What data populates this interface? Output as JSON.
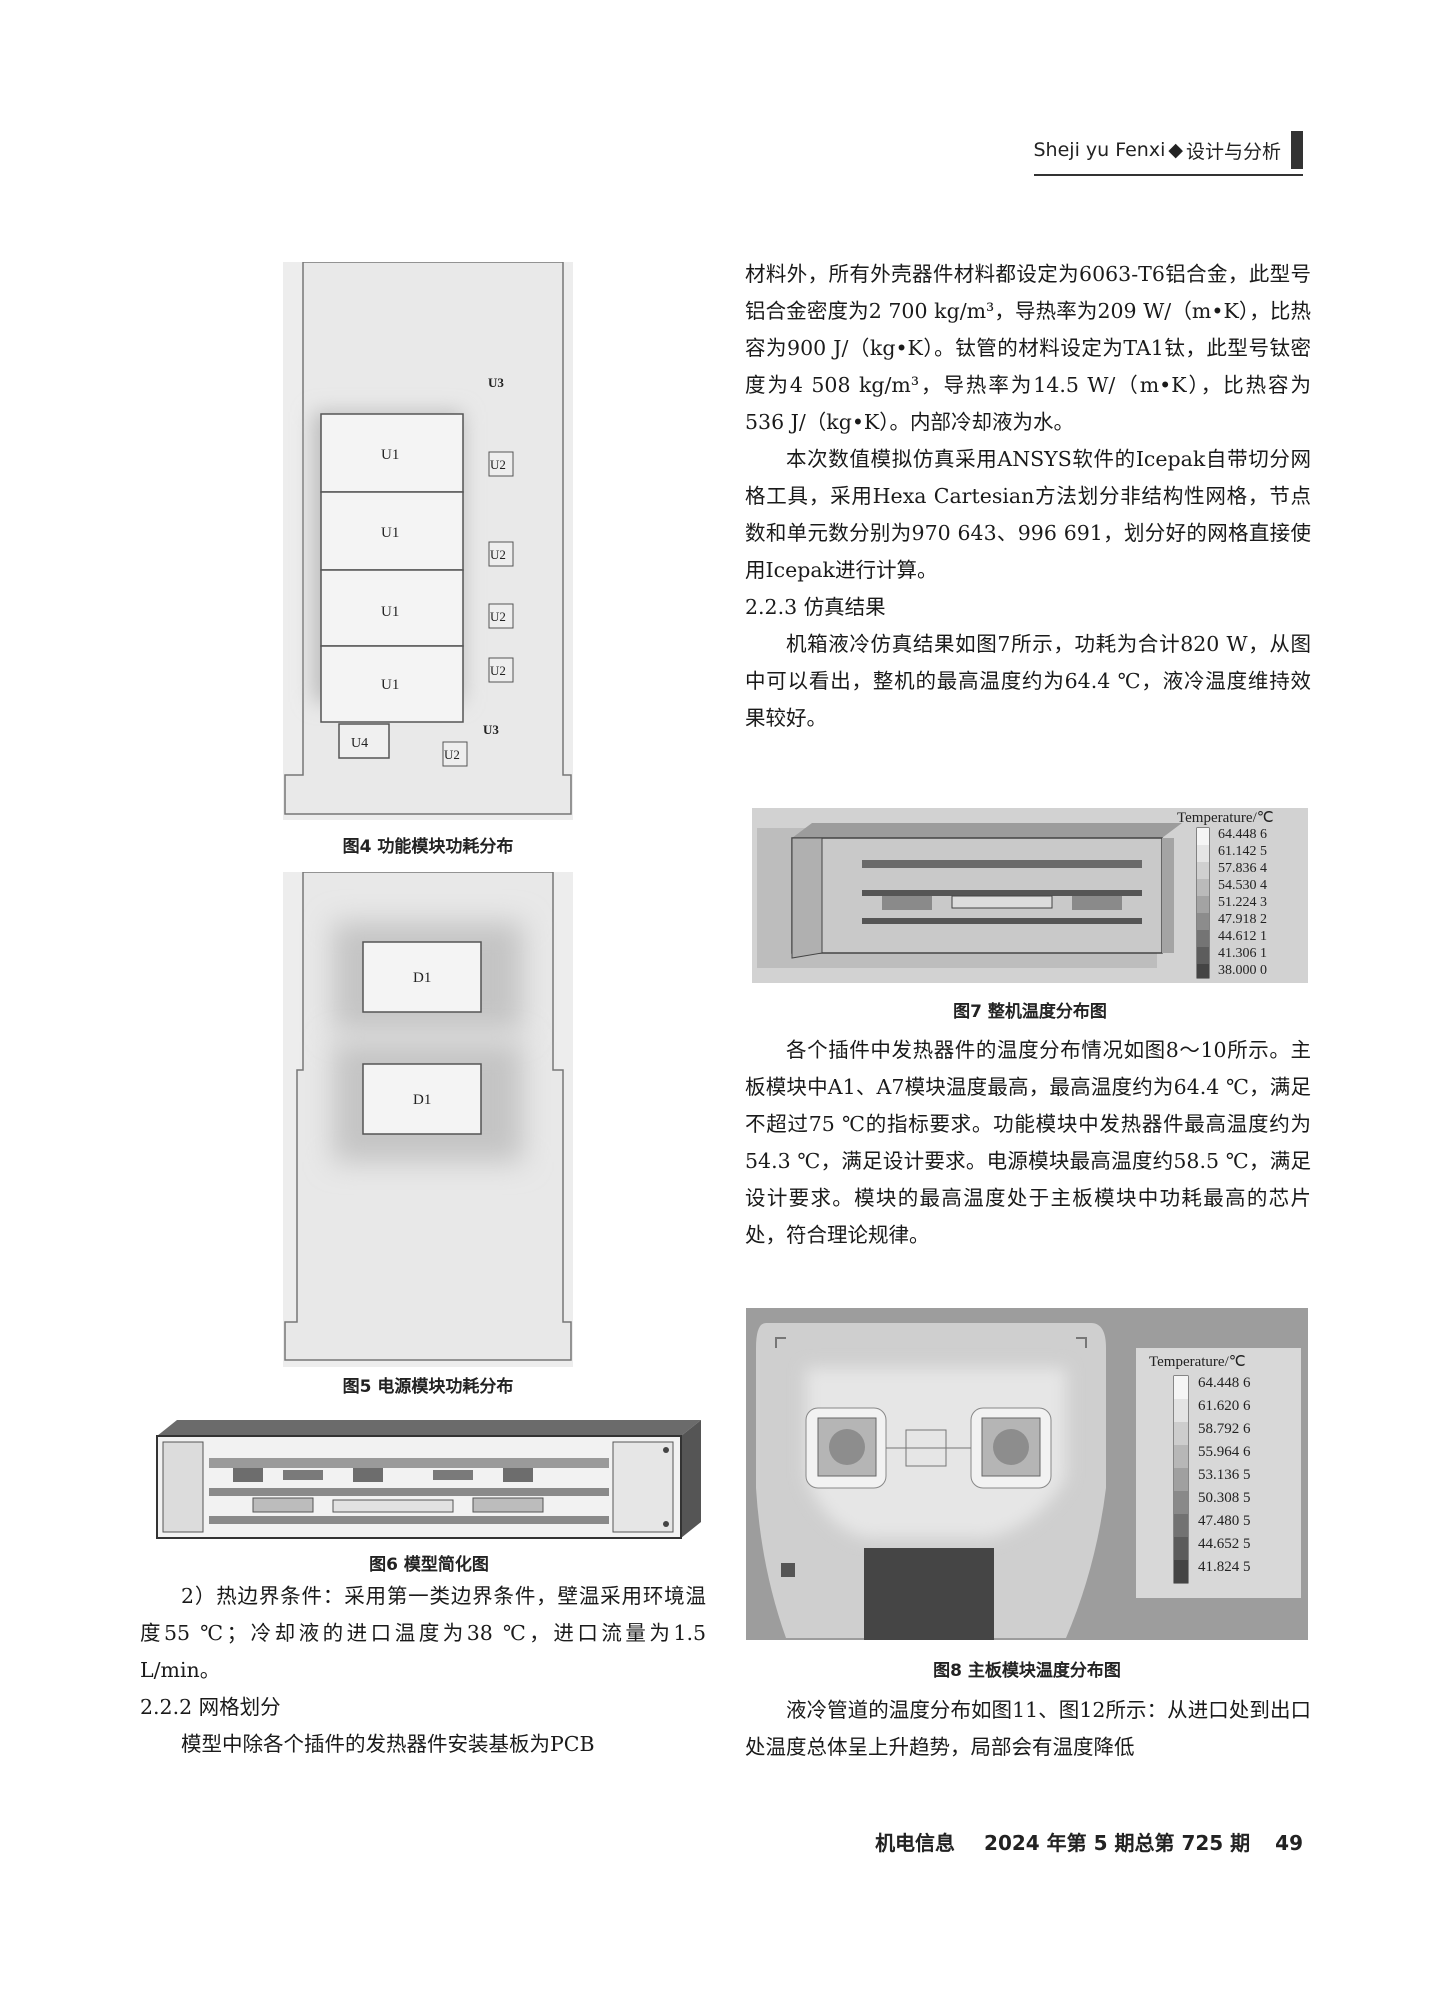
{
  "header": {
    "pinyin": "Sheji yu Fenxi",
    "diamond": "◆",
    "section": "设计与分析"
  },
  "fig4": {
    "caption": "图4   功能模块功耗分布",
    "labels": {
      "u1": "U1",
      "u2": "U2",
      "u3": "U3",
      "u4": "U4"
    }
  },
  "fig5": {
    "caption": "图5   电源模块功耗分布",
    "label_d1": "D1"
  },
  "fig6": {
    "caption": "图6   模型简化图"
  },
  "fig7": {
    "caption": "图7   整机温度分布图",
    "legend_title": "Temperature/℃",
    "legend": [
      "64.448 6",
      "61.142 5",
      "57.836  4",
      "54.530 4",
      "51.224 3",
      "47.918 2",
      "44.612 1",
      "41.306 1",
      "38.000 0"
    ]
  },
  "fig8": {
    "caption": "图8   主板模块温度分布图",
    "legend_title": "Temperature/℃",
    "legend": [
      "64.448 6",
      "61.620 6",
      "58.792 6",
      "55.964 6",
      "53.136 5",
      "50.308 5",
      "47.480 5",
      "44.652 5",
      "41.824 5"
    ]
  },
  "left_col": {
    "p1": "2）热边界条件：采用第一类边界条件，壁温采用环境温度55 ℃；冷却液的进口温度为38 ℃，进口流量为1.5 L/min。",
    "h_222": "2.2.2   网格划分",
    "p2": "模型中除各个插件的发热器件安装基板为PCB"
  },
  "right_col": {
    "p1": "材料外，所有外壳器件材料都设定为6063-T6铝合金，此型号铝合金密度为2 700 kg/m³，导热率为209 W/（m•K），比热容为900 J/（kg•K）。钛管的材料设定为TA1钛，此型号钛密度为4 508 kg/m³，导热率为14.5 W/（m•K），比热容为536 J/（kg•K）。内部冷却液为水。",
    "p2": "本次数值模拟仿真采用ANSYS软件的Icepak自带切分网格工具，采用Hexa Cartesian方法划分非结构性网格，节点数和单元数分别为970 643、996 691，划分好的网格直接使用Icepak进行计算。",
    "h_223": "2.2.3   仿真结果",
    "p3": "机箱液冷仿真结果如图7所示，功耗为合计820 W，从图中可以看出，整机的最高温度约为64.4 ℃，液冷温度维持效果较好。",
    "p4": "各个插件中发热器件的温度分布情况如图8～10所示。主板模块中A1、A7模块温度最高，最高温度约为64.4 ℃，满足不超过75 ℃的指标要求。功能模块中发热器件最高温度约为54.3 ℃，满足设计要求。电源模块最高温度约58.5 ℃，满足设计要求。模块的最高温度处于主板模块中功耗最高的芯片处，符合理论规律。",
    "p5": "液冷管道的温度分布如图11、图12所示：从进口处到出口处温度总体呈上升趋势，局部会有温度降低"
  },
  "footer": {
    "journal": "机电信息",
    "issue": "2024 年第 5 期总第 725 期",
    "page": "49"
  }
}
